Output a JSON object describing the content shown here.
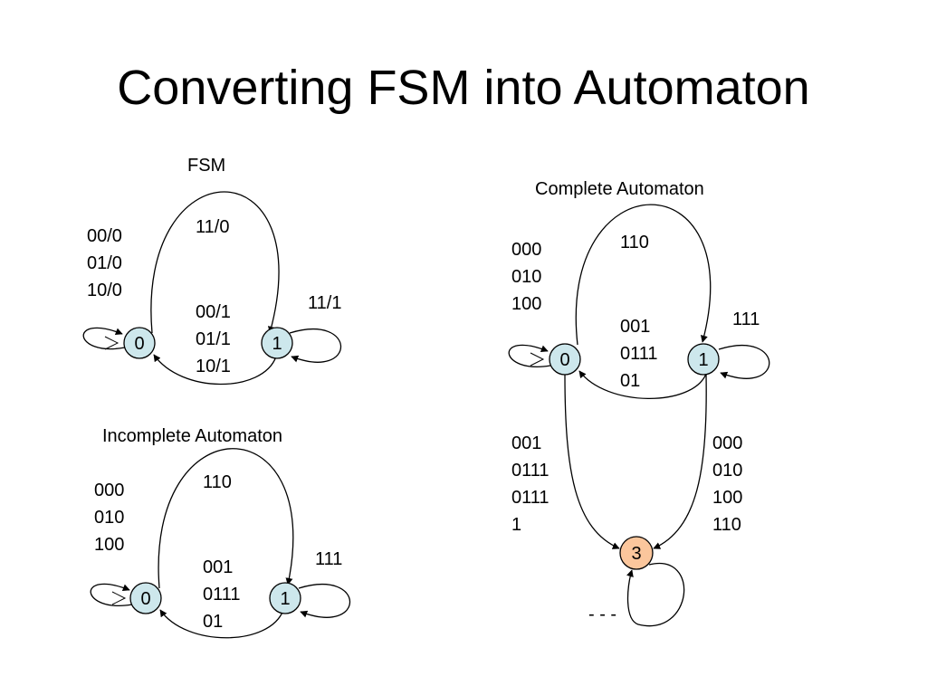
{
  "title": "Converting FSM into Automaton",
  "colors": {
    "state_fill": "#cde7ec",
    "trap_fill": "#fbc69c",
    "stroke": "#000000"
  },
  "fsm": {
    "heading": "FSM",
    "states": [
      "0",
      "1"
    ],
    "self_loop_0": "00/0\n01/0\n10/0",
    "arc_0_to_1": "11/0",
    "arc_1_to_0": "00/1\n01/1\n10/1",
    "self_loop_1": "11/1"
  },
  "incomplete": {
    "heading": "Incomplete Automaton",
    "states": [
      "0",
      "1"
    ],
    "self_loop_0": "000\n010\n100",
    "arc_0_to_1": "110",
    "arc_1_to_0": "001\n0111\n01",
    "self_loop_1": "111"
  },
  "complete": {
    "heading": "Complete Automaton",
    "states": [
      "0",
      "1",
      "3"
    ],
    "self_loop_0": "000\n010\n100",
    "arc_0_to_1": "110",
    "arc_1_to_0": "001\n0111\n01",
    "self_loop_1": "111",
    "arc_0_to_3": "001\n0111\n0111\n1",
    "arc_1_to_3": "000\n010\n100\n110",
    "self_loop_3": "- - -"
  }
}
